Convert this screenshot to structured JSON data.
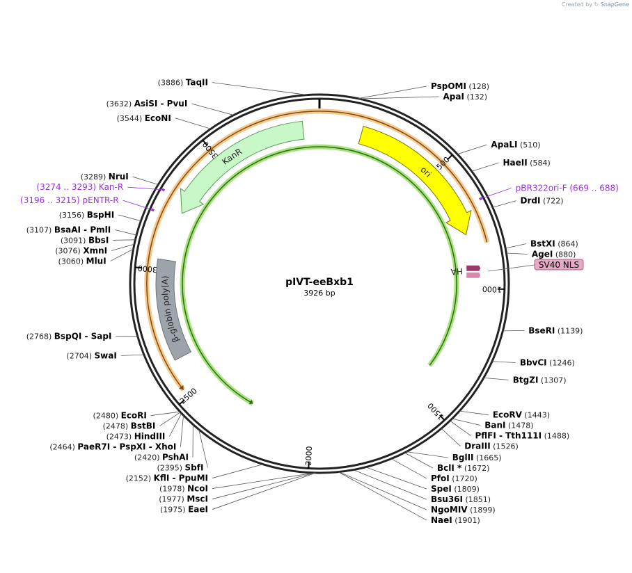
{
  "credit": {
    "prefix": "Created by",
    "brand": "SnapGene"
  },
  "plasmid": {
    "name": "pIVT-eeBxb1",
    "length_label": "3926 bp",
    "length": 3926
  },
  "ticks": [
    {
      "pos": 500,
      "label": "500"
    },
    {
      "pos": 1000,
      "label": "1000"
    },
    {
      "pos": 1500,
      "label": "1500"
    },
    {
      "pos": 2000,
      "label": "2000"
    },
    {
      "pos": 2500,
      "label": "2500"
    },
    {
      "pos": 3000,
      "label": "3000"
    },
    {
      "pos": 3500,
      "label": "3500"
    }
  ],
  "features": [
    {
      "name": "KanR",
      "label": "KanR",
      "start": 3860,
      "end": 3240,
      "dir": "ccw",
      "r": 222,
      "w": 26,
      "color": "#c8f7c8",
      "stroke": "#5a9a5a",
      "text_color": "#222"
    },
    {
      "name": "ori",
      "label": "ori",
      "start": 170,
      "end": 780,
      "dir": "cw",
      "r": 222,
      "w": 26,
      "color": "#ffff00",
      "stroke": "#777700",
      "text_color": "#222"
    },
    {
      "name": "beta-globin-polyA",
      "label": "β-globin poly(A)",
      "start": 2640,
      "end": 3040,
      "dir": "none",
      "r": 222,
      "w": 26,
      "color": "#9ea4ab",
      "stroke": "#6e757c",
      "text_color": "#222"
    }
  ],
  "orfs": [
    {
      "name": "orf-top",
      "start": 3560,
      "end": 140,
      "dir": "cw",
      "r": 248,
      "color": "#f6c98b",
      "line": "#7a4a1a"
    },
    {
      "name": "orf-right",
      "start": 830,
      "end": 2530,
      "dir": "ccw",
      "r": 248,
      "color": "#f6c98b",
      "line": "#7a4a1a"
    },
    {
      "name": "orf-inner",
      "start": 1380,
      "end": 2280,
      "dir": "ccw",
      "r": 197,
      "color": "#a8e27e",
      "line": "#2a6a10"
    }
  ],
  "small_features": [
    {
      "name": "HA",
      "label": "HA",
      "pos": 930,
      "color": "#9b3a6a"
    },
    {
      "name": "SV40 NLS",
      "label": "SV40 NLS",
      "pos": 965,
      "color": "#e8a9c5"
    }
  ],
  "primers": [
    {
      "name": "Kan-R",
      "label": "Kan-R",
      "range": "(3274 .. 3293)",
      "pos": 3283
    },
    {
      "name": "pENTR-R",
      "label": "pENTR-R",
      "range": "(3196 .. 3215)",
      "pos": 3205
    },
    {
      "name": "pBR322ori-F",
      "label": "pBR322ori-F",
      "range": "(669 .. 688)",
      "pos": 678
    }
  ],
  "sites": [
    {
      "name": "TaqII",
      "pos": "(3886)",
      "p": 3886,
      "side": "left"
    },
    {
      "name": "PspOMI",
      "pos": "(128)",
      "p": 128,
      "side": "right"
    },
    {
      "name": "ApaI",
      "pos": "(132)",
      "p": 132,
      "side": "right"
    },
    {
      "name": "AsiSI  -  PvuI",
      "pos": "(3632)",
      "p": 3632,
      "side": "left"
    },
    {
      "name": "EcoNI",
      "pos": "(3544)",
      "p": 3544,
      "side": "left"
    },
    {
      "name": "ApaLI",
      "pos": "(510)",
      "p": 510,
      "side": "right"
    },
    {
      "name": "HaeII",
      "pos": "(584)",
      "p": 584,
      "side": "right"
    },
    {
      "name": "DrdI",
      "pos": "(722)",
      "p": 722,
      "side": "right"
    },
    {
      "name": "BstXI",
      "pos": "(864)",
      "p": 864,
      "side": "right"
    },
    {
      "name": "AgeI",
      "pos": "(880)",
      "p": 880,
      "side": "right"
    },
    {
      "name": "NruI",
      "pos": "(3289)",
      "p": 3289,
      "side": "left"
    },
    {
      "name": "BspHI",
      "pos": "(3156)",
      "p": 3156,
      "side": "left"
    },
    {
      "name": "BsaAI  -  PmlI",
      "pos": "(3107)",
      "p": 3107,
      "side": "left"
    },
    {
      "name": "BbsI",
      "pos": "(3091)",
      "p": 3091,
      "side": "left"
    },
    {
      "name": "XmnI",
      "pos": "(3076)",
      "p": 3076,
      "side": "left"
    },
    {
      "name": "MluI",
      "pos": "(3060)",
      "p": 3060,
      "side": "left"
    },
    {
      "name": "BseRI",
      "pos": "(1139)",
      "p": 1139,
      "side": "right"
    },
    {
      "name": "BbvCI",
      "pos": "(1246)",
      "p": 1246,
      "side": "right"
    },
    {
      "name": "BtgZI",
      "pos": "(1307)",
      "p": 1307,
      "side": "right"
    },
    {
      "name": "BspQI  -  SapI",
      "pos": "(2768)",
      "p": 2768,
      "side": "left"
    },
    {
      "name": "SwaI",
      "pos": "(2704)",
      "p": 2704,
      "side": "left"
    },
    {
      "name": "EcoRV",
      "pos": "(1443)",
      "p": 1443,
      "side": "right"
    },
    {
      "name": "BanI",
      "pos": "(1478)",
      "p": 1478,
      "side": "right"
    },
    {
      "name": "PflFI  -  Tth111I",
      "pos": "(1488)",
      "p": 1488,
      "side": "right"
    },
    {
      "name": "DraIII",
      "pos": "(1526)",
      "p": 1526,
      "side": "right"
    },
    {
      "name": "EcoRI",
      "pos": "(2480)",
      "p": 2480,
      "side": "left"
    },
    {
      "name": "BstBI",
      "pos": "(2478)",
      "p": 2478,
      "side": "left"
    },
    {
      "name": "HindIII",
      "pos": "(2473)",
      "p": 2473,
      "side": "left"
    },
    {
      "name": "PaeR7I  -  PspXI  -  XhoI",
      "pos": "(2464)",
      "p": 2464,
      "side": "left"
    },
    {
      "name": "PshAI",
      "pos": "(2420)",
      "p": 2420,
      "side": "left"
    },
    {
      "name": "SbfI",
      "pos": "(2395)",
      "p": 2395,
      "side": "left"
    },
    {
      "name": "BglII",
      "pos": "(1665)",
      "p": 1665,
      "side": "right"
    },
    {
      "name": "BclI *",
      "pos": "(1672)",
      "p": 1672,
      "side": "right"
    },
    {
      "name": "PfoI",
      "pos": "(1720)",
      "p": 1720,
      "side": "right"
    },
    {
      "name": "SpeI",
      "pos": "(1809)",
      "p": 1809,
      "side": "right"
    },
    {
      "name": "Bsu36I",
      "pos": "(1851)",
      "p": 1851,
      "side": "right"
    },
    {
      "name": "NgoMIV",
      "pos": "(1899)",
      "p": 1899,
      "side": "right"
    },
    {
      "name": "NaeI",
      "pos": "(1901)",
      "p": 1901,
      "side": "right"
    },
    {
      "name": "KflI  -  PpuMI",
      "pos": "(2152)",
      "p": 2152,
      "side": "left"
    },
    {
      "name": "NcoI",
      "pos": "(1978)",
      "p": 1978,
      "side": "left"
    },
    {
      "name": "MscI",
      "pos": "(1977)",
      "p": 1977,
      "side": "left"
    },
    {
      "name": "EaeI",
      "pos": "(1975)",
      "p": 1975,
      "side": "left"
    }
  ]
}
